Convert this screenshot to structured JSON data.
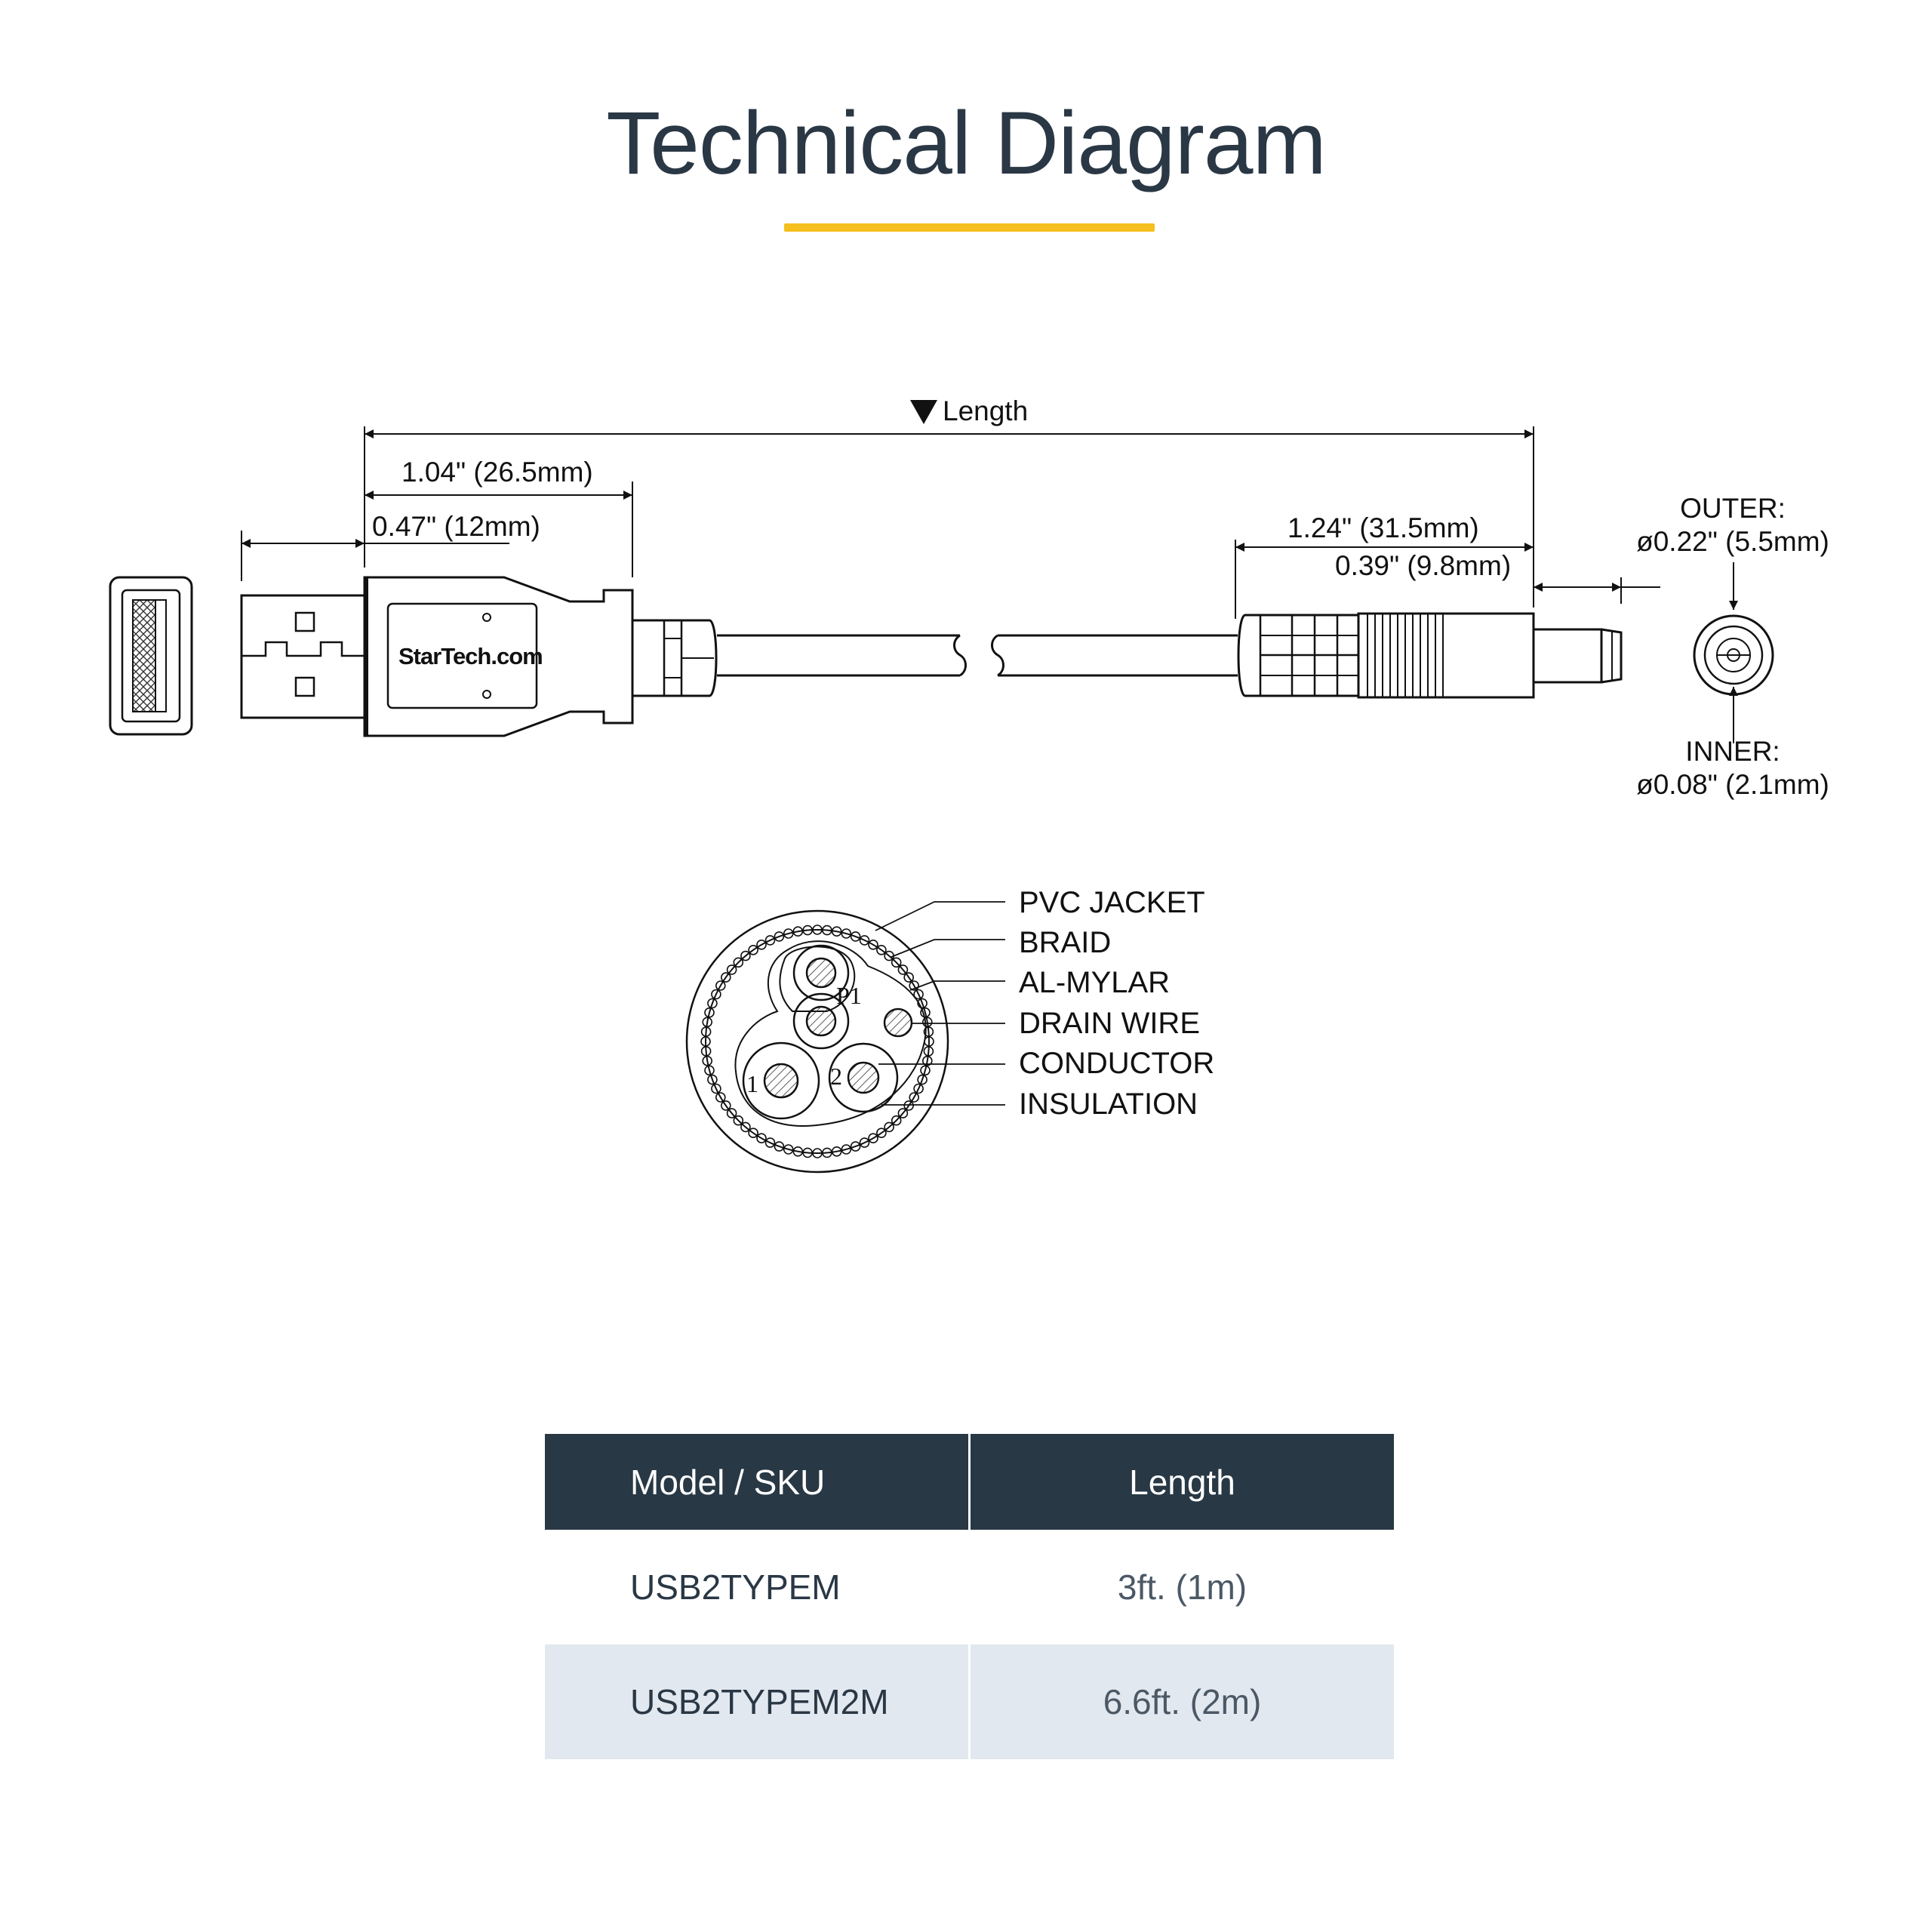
{
  "title": "Technical Diagram",
  "colors": {
    "title": "#2a3745",
    "accent": "#f5c01d",
    "table_header_bg": "#283845",
    "table_alt_row_bg": "#e2e8ef"
  },
  "dimensions": {
    "length": "Length",
    "usb_plug_length": "1.04\" (26.5mm)",
    "usb_tip_length": "0.47\" (12mm)",
    "dc_plug_length": "1.24\" (31.5mm)",
    "dc_tip_length": "0.39\" (9.8mm)",
    "outer_label": "OUTER:",
    "outer_value": "ø0.22\" (5.5mm)",
    "inner_label": "INNER:",
    "inner_value": "ø0.08\" (2.1mm)"
  },
  "connector": {
    "brand": "StarTech.com"
  },
  "cross_section": {
    "labels": [
      "PVC JACKET",
      "BRAID",
      "AL-MYLAR",
      "DRAIN WIRE",
      "CONDUCTOR",
      "INSULATION"
    ],
    "wire_numbers": [
      "P1",
      "1",
      "2"
    ]
  },
  "table": {
    "headers": [
      "Model / SKU",
      "Length"
    ],
    "rows": [
      [
        "USB2TYPEM",
        "3ft. (1m)"
      ],
      [
        "USB2TYPEM2M",
        "6.6ft. (2m)"
      ]
    ]
  }
}
